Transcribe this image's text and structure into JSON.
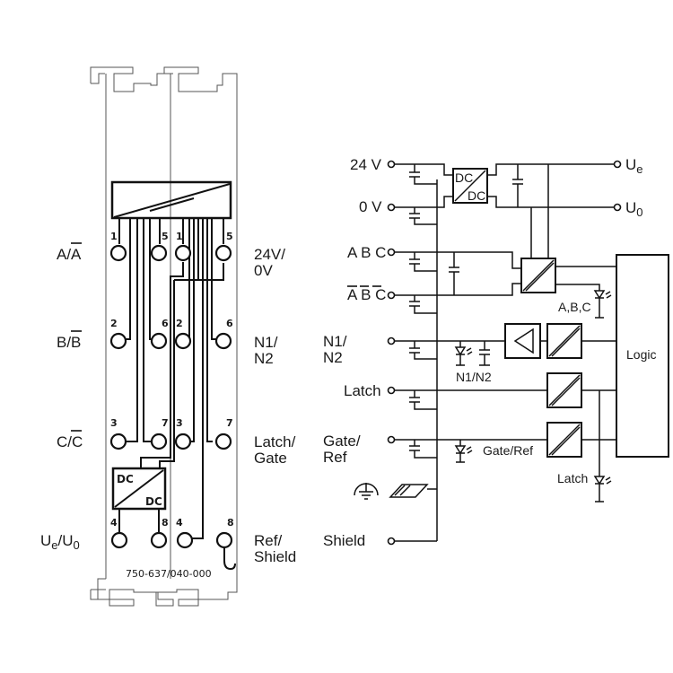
{
  "module": {
    "part_number": "750-637/040-000",
    "left_labels": [
      {
        "main": "A/",
        "over": "A"
      },
      {
        "main": "B/",
        "over": "B"
      },
      {
        "main": "C/",
        "over": "C"
      },
      {
        "main": "Ue/U0"
      }
    ],
    "left_label_text": {
      "a": "A/A",
      "b": "B/B",
      "c": "C/C",
      "ue_u": "U",
      "ue_e": "e",
      "ue_slash": "/U",
      "ue_0": "0"
    },
    "right_labels": [
      {
        "line1": "24V/",
        "line2": "0V"
      },
      {
        "line1": "N1/",
        "line2": "N2"
      },
      {
        "line1": "Latch/",
        "line2": "Gate"
      },
      {
        "line1": "Ref/",
        "line2": "Shield"
      }
    ],
    "pins": {
      "col1": [
        "1",
        "2",
        "3",
        "4"
      ],
      "col2": [
        "5",
        "6",
        "7",
        "8"
      ],
      "col3": [
        "1",
        "2",
        "3",
        "4"
      ],
      "col4": [
        "5",
        "6",
        "7",
        "8"
      ]
    },
    "dc_converter": {
      "top": "DC",
      "bottom": "DC"
    }
  },
  "schematic": {
    "inputs": {
      "v24": "24 V",
      "v0": "0 V",
      "abc": "A B C",
      "abc_bar": "A B C",
      "n1n2_1": "N1/",
      "n1n2_2": "N2",
      "latch": "Latch",
      "gate_ref_1": "Gate/",
      "gate_ref_2": "Ref",
      "shield": "Shield"
    },
    "outputs": {
      "ue": "U",
      "ue_sub": "e",
      "u0": "U",
      "u0_sub": "0"
    },
    "dc_dc": {
      "top": "DC",
      "bottom": "DC"
    },
    "led_labels": {
      "abc": "A,B,C",
      "n1n2": "N1/N2",
      "gate_ref": "Gate/Ref",
      "latch": "Latch"
    },
    "logic_label": "Logic"
  }
}
